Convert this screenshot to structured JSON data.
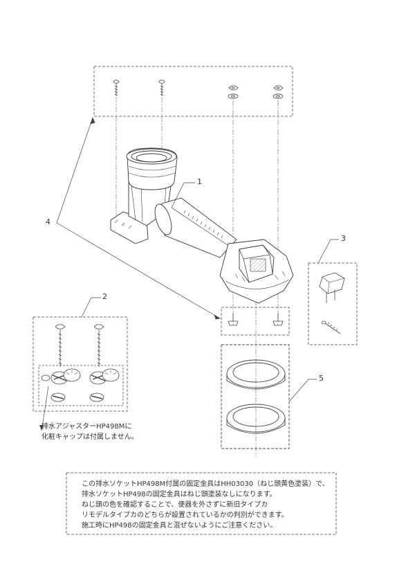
{
  "callouts": {
    "c1": "1",
    "c2": "2",
    "c3": "3",
    "c4": "4",
    "c5": "5"
  },
  "part2_note": {
    "line1": "排水アジャスターHP498Mに",
    "line2": "化粧キャップは付属しません。"
  },
  "bottom_note": {
    "lines": [
      "この排水ソケットHP498M付属の固定金具はHH03030（ねじ頭黄色塗装）で、",
      "排水ソケットHP498の固定金具はねじ頭塗装なしになります。",
      "ねじ頭の色を確認することで、便器を外さずに新旧タイプカ",
      "リモデルタイプカのどちらが設置されているかの判別ができます。",
      "施工時にHP498の固定金具と混ぜないようにご注意ください。"
    ]
  }
}
